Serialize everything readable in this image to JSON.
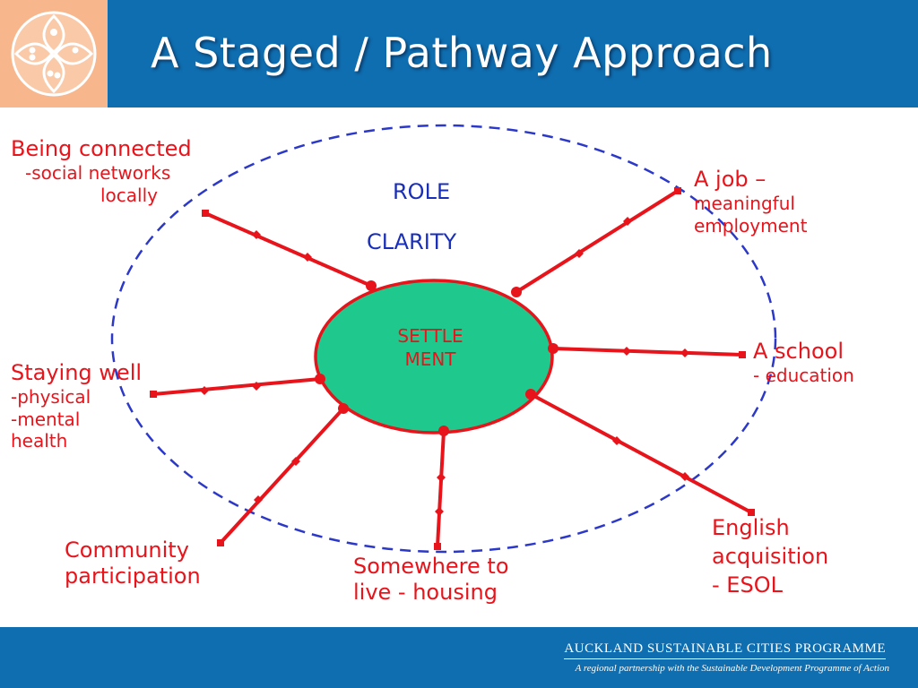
{
  "title": "A Staged  / Pathway Approach",
  "colors": {
    "header": "#0f6eb0",
    "logo_bg": "#f7b68c",
    "spoke": "#e8141b",
    "hub_fill": "#1fc98e",
    "dashed_ring": "#2c38c8",
    "blue_text": "#1a2fb8"
  },
  "logo": {
    "icon": "flower-petals-logo-icon"
  },
  "center": {
    "line1": "SETTLE",
    "line2": "MENT"
  },
  "ring_text": {
    "line1": "ROLE",
    "line2": "CLARITY"
  },
  "labels": {
    "connected": {
      "heading": "Being connected",
      "line1": "-social networks",
      "line2": "locally"
    },
    "job": {
      "heading": "A job –",
      "line1": "meaningful",
      "line2": "employment"
    },
    "school": {
      "heading": "A school",
      "line1": "- education"
    },
    "staying_well": {
      "heading": "Staying well",
      "line1": "-physical",
      "line2": "-mental",
      "line3": "health"
    },
    "community": {
      "line1": "Community",
      "line2": "participation"
    },
    "housing": {
      "line1": "Somewhere to",
      "line2": "live - housing"
    },
    "english": {
      "line1": "English",
      "line2": "acquisition",
      "line3": "- ESOL"
    }
  },
  "footer": {
    "title": "AUCKLAND SUSTAINABLE CITIES PROGRAMME",
    "subtitle": "A regional partnership with the Sustainable Development Programme of Action"
  }
}
